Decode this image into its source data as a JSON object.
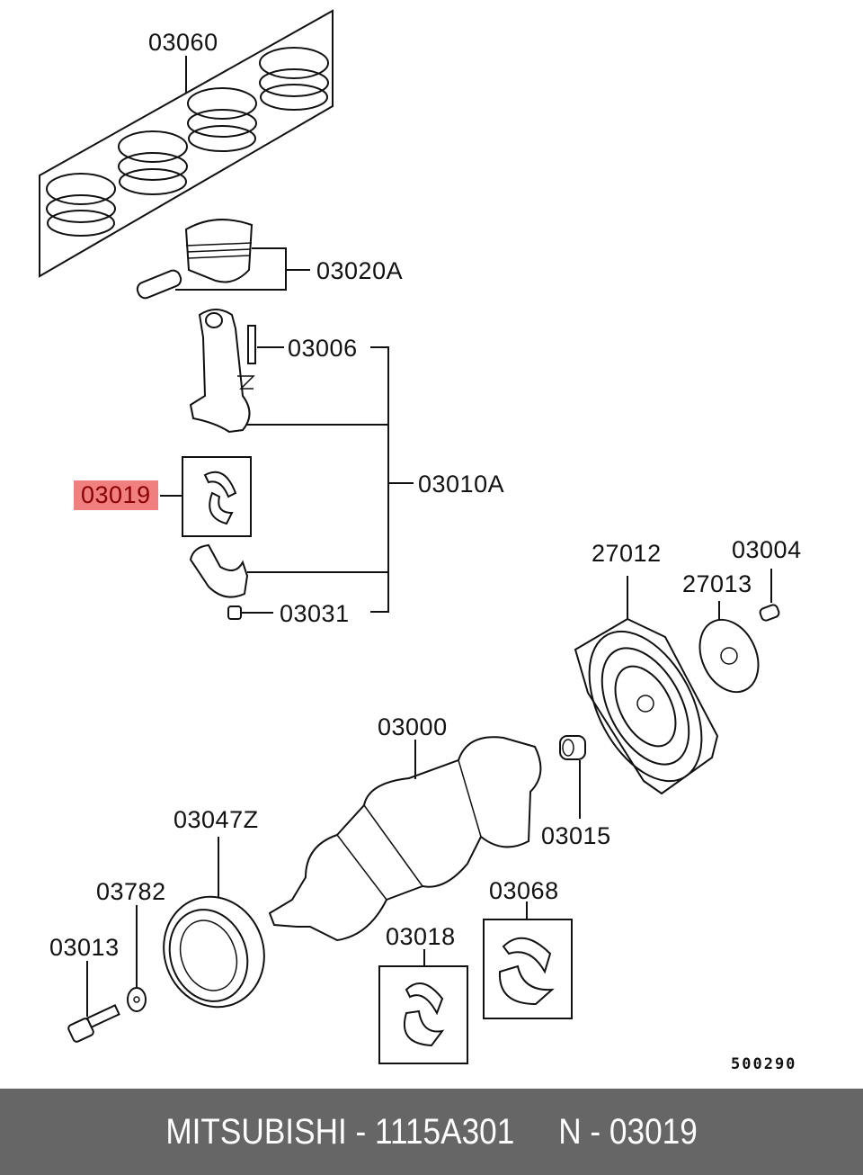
{
  "diagram": {
    "title": "Crankshaft, Piston & Connecting Rod parts diagram",
    "highlight_color": "#f08080",
    "highlight_text_color": "#8b0000",
    "labels": {
      "piston_ring_set": "03060",
      "piston": "03020A",
      "rod_bolt": "03006",
      "rod_bearing": "03019",
      "connecting_rod_assy": "03010A",
      "rod_nut": "03031",
      "drive_plate": "27012",
      "adapter_plate": "27013",
      "drive_plate_bolt": "03004",
      "crankshaft": "03000",
      "bushing": "03015",
      "damper_pulley": "03047Z",
      "washer": "03782",
      "pulley_bolt": "03013",
      "thrust_bearing": "03068",
      "main_bearing": "03018"
    },
    "diagram_code": "500290"
  },
  "footer": {
    "brand": "MITSUBISHI",
    "part_number": "1115A301",
    "ref_prefix": "N",
    "ref_number": "03019",
    "text": "MITSUBISHI - 1115A301     N - 03019",
    "background": "#666666"
  }
}
